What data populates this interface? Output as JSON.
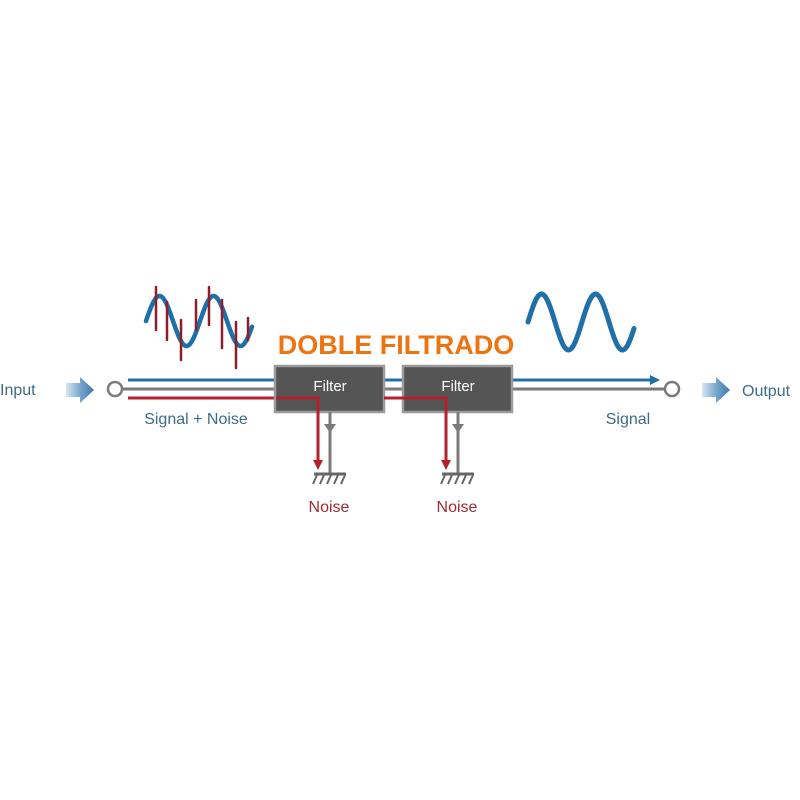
{
  "title": "DOBLE FILTRADO",
  "labels": {
    "input": "Input",
    "output": "Output",
    "signal_noise": "Signal + Noise",
    "signal": "Signal",
    "noise_1": "Noise",
    "noise_2": "Noise"
  },
  "filters": [
    {
      "label": "Filter"
    },
    {
      "label": "Filter"
    }
  ],
  "colors": {
    "signal": "#1f6fa8",
    "noise": "#b0222c",
    "title": "#ee7412",
    "filter_box": "#555555",
    "wire": "#7a7a7a"
  }
}
